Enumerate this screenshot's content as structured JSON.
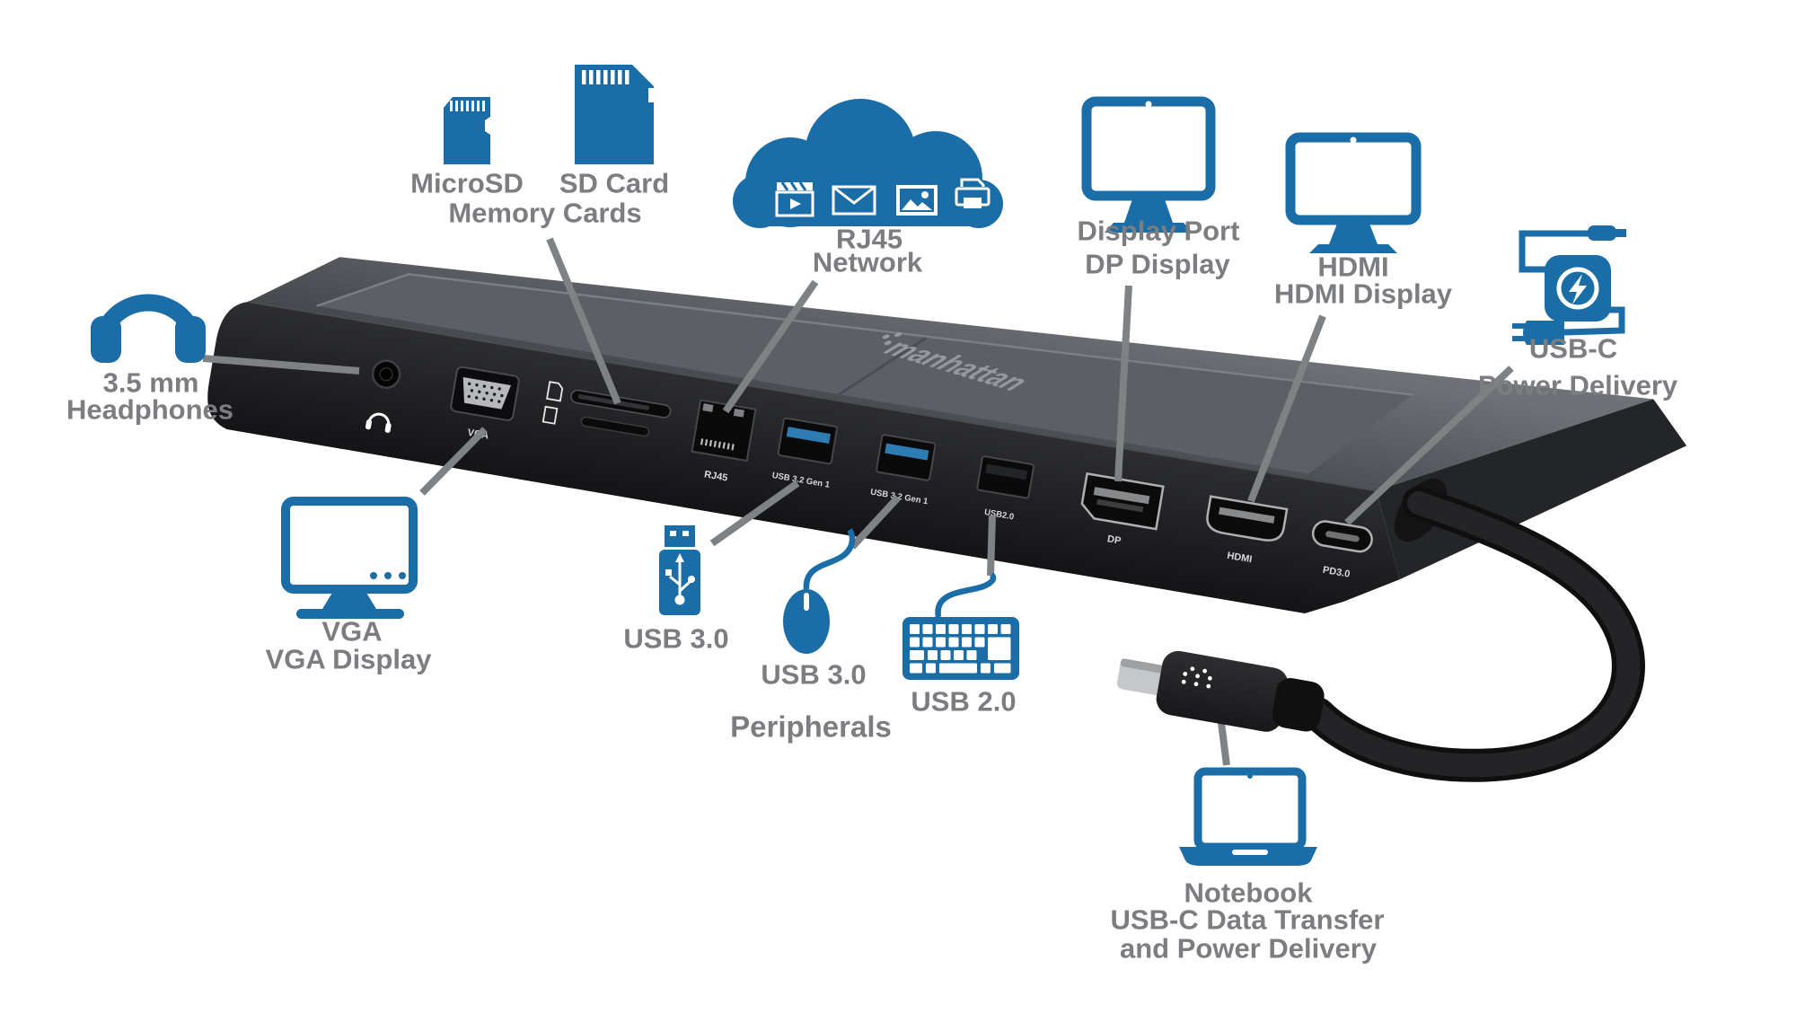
{
  "brand": "manhattan",
  "colors": {
    "accent_blue": "#1a6da6",
    "label_gray": "#7b7d80",
    "line_gray": "#7f8285",
    "dock_black": "#1d1e21",
    "port_silver": "#aeb0b2",
    "white": "#ffffff"
  },
  "ports": {
    "vga": "VGA",
    "rj45": "RJ45",
    "usb32_1": "USB 3.2 Gen 1",
    "usb32_2": "USB 3.2 Gen 1",
    "usb20": "USB2.0",
    "dp": "DP",
    "hdmi": "HDMI",
    "pd30": "PD3.0"
  },
  "callouts": {
    "microsd": "MicroSD",
    "sd_card": "SD Card",
    "memory_cards": "Memory Cards",
    "rj45": "RJ45",
    "network": "Network",
    "display_port": "Display Port",
    "dp_display": "DP Display",
    "hdmi": "HDMI",
    "hdmi_display": "HDMI Display",
    "usb_c": "USB-C",
    "power_delivery": "Power Delivery",
    "jack_35mm": "3.5 mm",
    "headphones": "Headphones",
    "vga": "VGA",
    "vga_display": "VGA Display",
    "usb30_flash": "USB 3.0",
    "usb30_mouse": "USB 3.0",
    "usb20_keyboard": "USB 2.0",
    "peripherals": "Peripherals",
    "notebook": "Notebook",
    "usbc_data_transfer": "USB-C Data Transfer",
    "and_power_delivery": "and Power Delivery"
  },
  "icons": [
    "headphones-icon",
    "microsd-card-icon",
    "sd-card-icon",
    "cloud-network-icon",
    "dp-monitor-icon",
    "hdmi-monitor-icon",
    "usbc-power-adapter-icon",
    "vga-monitor-icon",
    "usb-flash-drive-icon",
    "mouse-icon",
    "keyboard-icon",
    "notebook-icon",
    "usbc-plug",
    "dock-device",
    "manhattan-logo"
  ]
}
